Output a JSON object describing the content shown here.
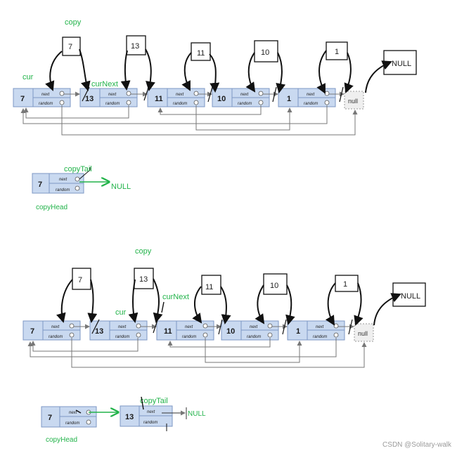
{
  "top": {
    "nodes": [
      "7",
      "13",
      "11",
      "10",
      "1"
    ],
    "null_node": "null",
    "copy_boxes": [
      "7",
      "13",
      "11",
      "10",
      "1"
    ],
    "null_box": "NULL",
    "labels": {
      "copy": "copy",
      "cur": "cur",
      "curNext": "curNext"
    }
  },
  "copy_list_1": {
    "node": "7",
    "copyTail": "copyTail",
    "copyHead": "copyHead",
    "null_text": "NULL"
  },
  "bottom": {
    "nodes": [
      "7",
      "13",
      "11",
      "10",
      "1"
    ],
    "null_node": "null",
    "copy_boxes": [
      "7",
      "13",
      "11",
      "10",
      "1"
    ],
    "null_box": "NULL",
    "labels": {
      "copy": "copy",
      "cur": "cur",
      "curNext": "curNext"
    }
  },
  "copy_list_2": {
    "nodes": [
      "7",
      "13"
    ],
    "copyTail": "copyTail",
    "copyHead": "copyHead",
    "null_text": "NULL"
  },
  "ptr_labels": {
    "next": "next",
    "random": "random"
  },
  "watermark": "CSDN @Solitary-walk",
  "colors": {
    "node_fill": "#c9d9f0",
    "node_border": "#7d97c4",
    "label_green": "#22b34a",
    "line": "#7a7a7a"
  }
}
